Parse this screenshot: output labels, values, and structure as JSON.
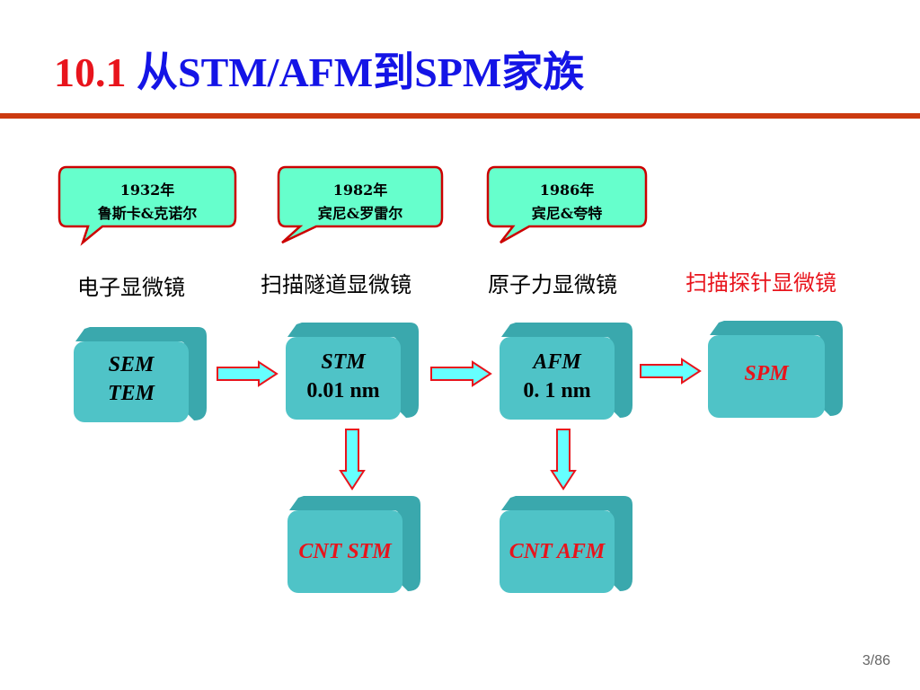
{
  "title": {
    "number": "10.1",
    "text": "从STM/AFM到SPM家族"
  },
  "callouts": [
    {
      "year": "1932年",
      "people": "鲁斯卡&克诺尔"
    },
    {
      "year": "1982年",
      "people": "宾尼&罗雷尔"
    },
    {
      "year": "1986年",
      "people": "宾尼&夸特"
    }
  ],
  "labels": {
    "electron": "电子显微镜",
    "stm": "扫描隧道显微镜",
    "afm": "原子力显微镜",
    "spm": "扫描探针显微镜"
  },
  "boxes": {
    "sem_tem": {
      "line1": "SEM",
      "line2": "TEM"
    },
    "stm": {
      "line1": "STM",
      "line2": "0.01 nm"
    },
    "afm": {
      "line1": "AFM",
      "line2": "0. 1 nm"
    },
    "spm": {
      "line1": "SPM"
    },
    "cnt_stm": {
      "line1": "CNT STM"
    },
    "cnt_afm": {
      "line1": "CNT AFM"
    }
  },
  "colors": {
    "callout_fill": "#66ffcc",
    "callout_border": "#cc0000",
    "box_face": "#4fc3c7",
    "box_shade": "#3aa8ad",
    "arrow_fill": "#66ffff",
    "arrow_border": "#e8141c"
  },
  "page_number": "3/86"
}
